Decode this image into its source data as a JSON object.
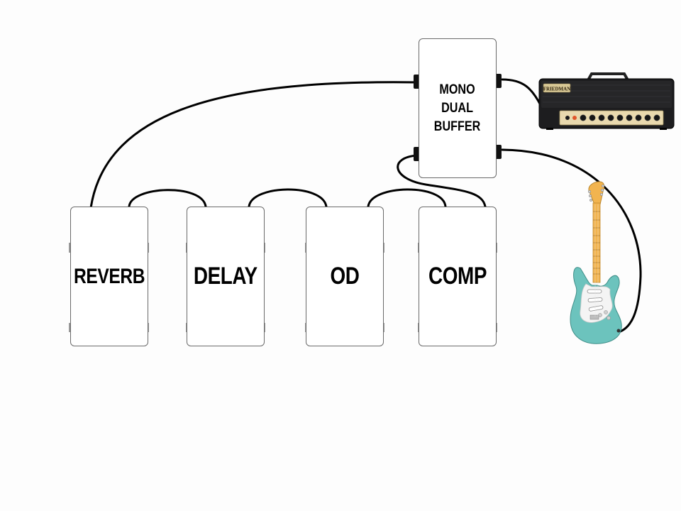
{
  "pedals": {
    "reverb": {
      "label": "REVERB"
    },
    "delay": {
      "label": "DELAY"
    },
    "od": {
      "label": "OD"
    },
    "comp": {
      "label": "COMP"
    }
  },
  "buffer": {
    "lines": [
      "MONO",
      "DUAL",
      "BUFFER"
    ]
  },
  "amp": {
    "brand": "FRIEDMAN"
  },
  "colors": {
    "cable": "#000000",
    "pedal_border": "#6a6a6a",
    "amp_body": "#1d1d1f",
    "amp_panel": "#e9d9ae",
    "guitar_body": "#6cc3bd",
    "guitar_neck": "#f2b44f",
    "pickguard": "#f4f4f4"
  },
  "icons": [
    "amp-head-icon",
    "electric-guitar-icon",
    "jack-icon"
  ]
}
